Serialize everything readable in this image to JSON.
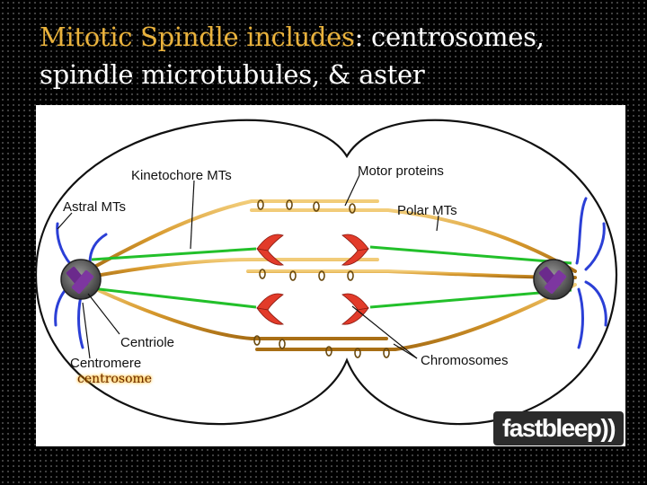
{
  "slide": {
    "title_colored": "Mitotic Spindle includes",
    "title_rest": ": centrosomes, spindle microtubules, & aster"
  },
  "diagram": {
    "labels": {
      "kinetochore_mts": "Kinetochore MTs",
      "motor_proteins": "Motor proteins",
      "astral_mts": "Astral MTs",
      "polar_mts": "Polar MTs",
      "centriole": "Centriole",
      "centromere": "Centromere",
      "chromosomes": "Chromosomes"
    },
    "caption": "centrosome",
    "logo": "fastbleep))"
  },
  "colors": {
    "title_accent": "#e9b23c",
    "kinetochore_mt": "#22c02a",
    "polar_mt": "#d9a43c",
    "astral_mt": "#2b3fd6",
    "chromosome": "#e23b2a",
    "centrosome": "#6b2a8c"
  }
}
